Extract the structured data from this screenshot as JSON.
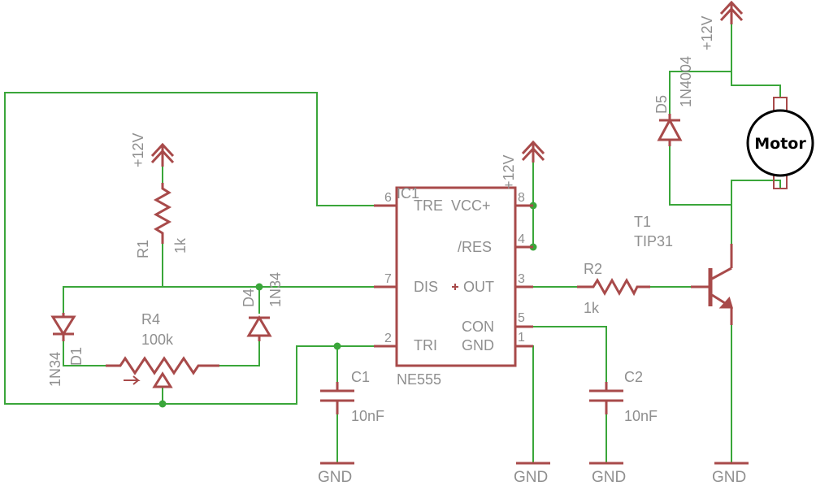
{
  "ic1": {
    "ref": "IC1",
    "value": "NE555",
    "pins": {
      "p6": "6",
      "p7": "7",
      "p2": "2",
      "p8": "8",
      "p4": "4",
      "p3": "3",
      "p5": "5",
      "p1": "1"
    },
    "pin_names": {
      "tre": "TRE",
      "vcc": "VCC+",
      "res": "/RES",
      "dis": "DIS",
      "out": "OUT",
      "tri": "TRI",
      "con": "CON",
      "gnd": "GND"
    }
  },
  "r1": {
    "ref": "R1",
    "value": "1k"
  },
  "r2": {
    "ref": "R2",
    "value": "1k"
  },
  "r4": {
    "ref": "R4",
    "value": "100k"
  },
  "d1": {
    "ref": "D1",
    "value": "1N34"
  },
  "d4": {
    "ref": "D4",
    "value": "1N34"
  },
  "d5": {
    "ref": "D5",
    "value": "1N4004"
  },
  "c1": {
    "ref": "C1",
    "value": "10nF"
  },
  "c2": {
    "ref": "C2",
    "value": "10nF"
  },
  "t1": {
    "ref": "T1",
    "value": "TIP31"
  },
  "motor": {
    "label": "Motor"
  },
  "supply": {
    "label": "+12V"
  },
  "ground": {
    "label": "GND"
  },
  "colors": {
    "wire": "#3aa63a",
    "component": "#a84a4a",
    "text": "#8f8f8f"
  }
}
